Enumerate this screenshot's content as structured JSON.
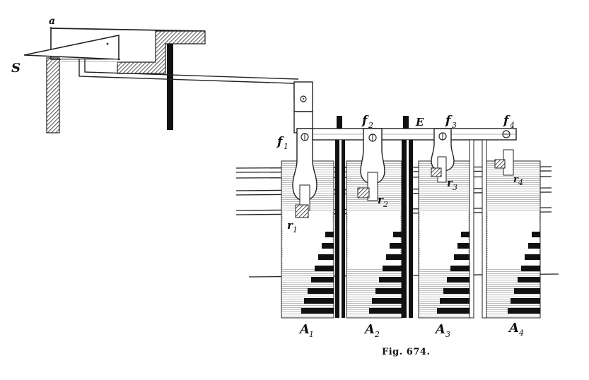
{
  "labels": {
    "a": "a",
    "S": "S",
    "E": "E",
    "f1": {
      "base": "f",
      "sub": "1"
    },
    "f2": {
      "base": "f",
      "sub": "2"
    },
    "f3": {
      "base": "f",
      "sub": "3"
    },
    "f4": {
      "base": "f",
      "sub": "4"
    },
    "r1": {
      "base": "r",
      "sub": "1"
    },
    "r2": {
      "base": "r",
      "sub": "2"
    },
    "r3": {
      "base": "r",
      "sub": "3"
    },
    "r4": {
      "base": "r",
      "sub": "4"
    },
    "A1": {
      "base": "A",
      "sub": "1"
    },
    "A2": {
      "base": "A",
      "sub": "2"
    },
    "A3": {
      "base": "A",
      "sub": "3"
    },
    "A4": {
      "base": "A",
      "sub": "4"
    }
  },
  "caption": "Fig. 674."
}
